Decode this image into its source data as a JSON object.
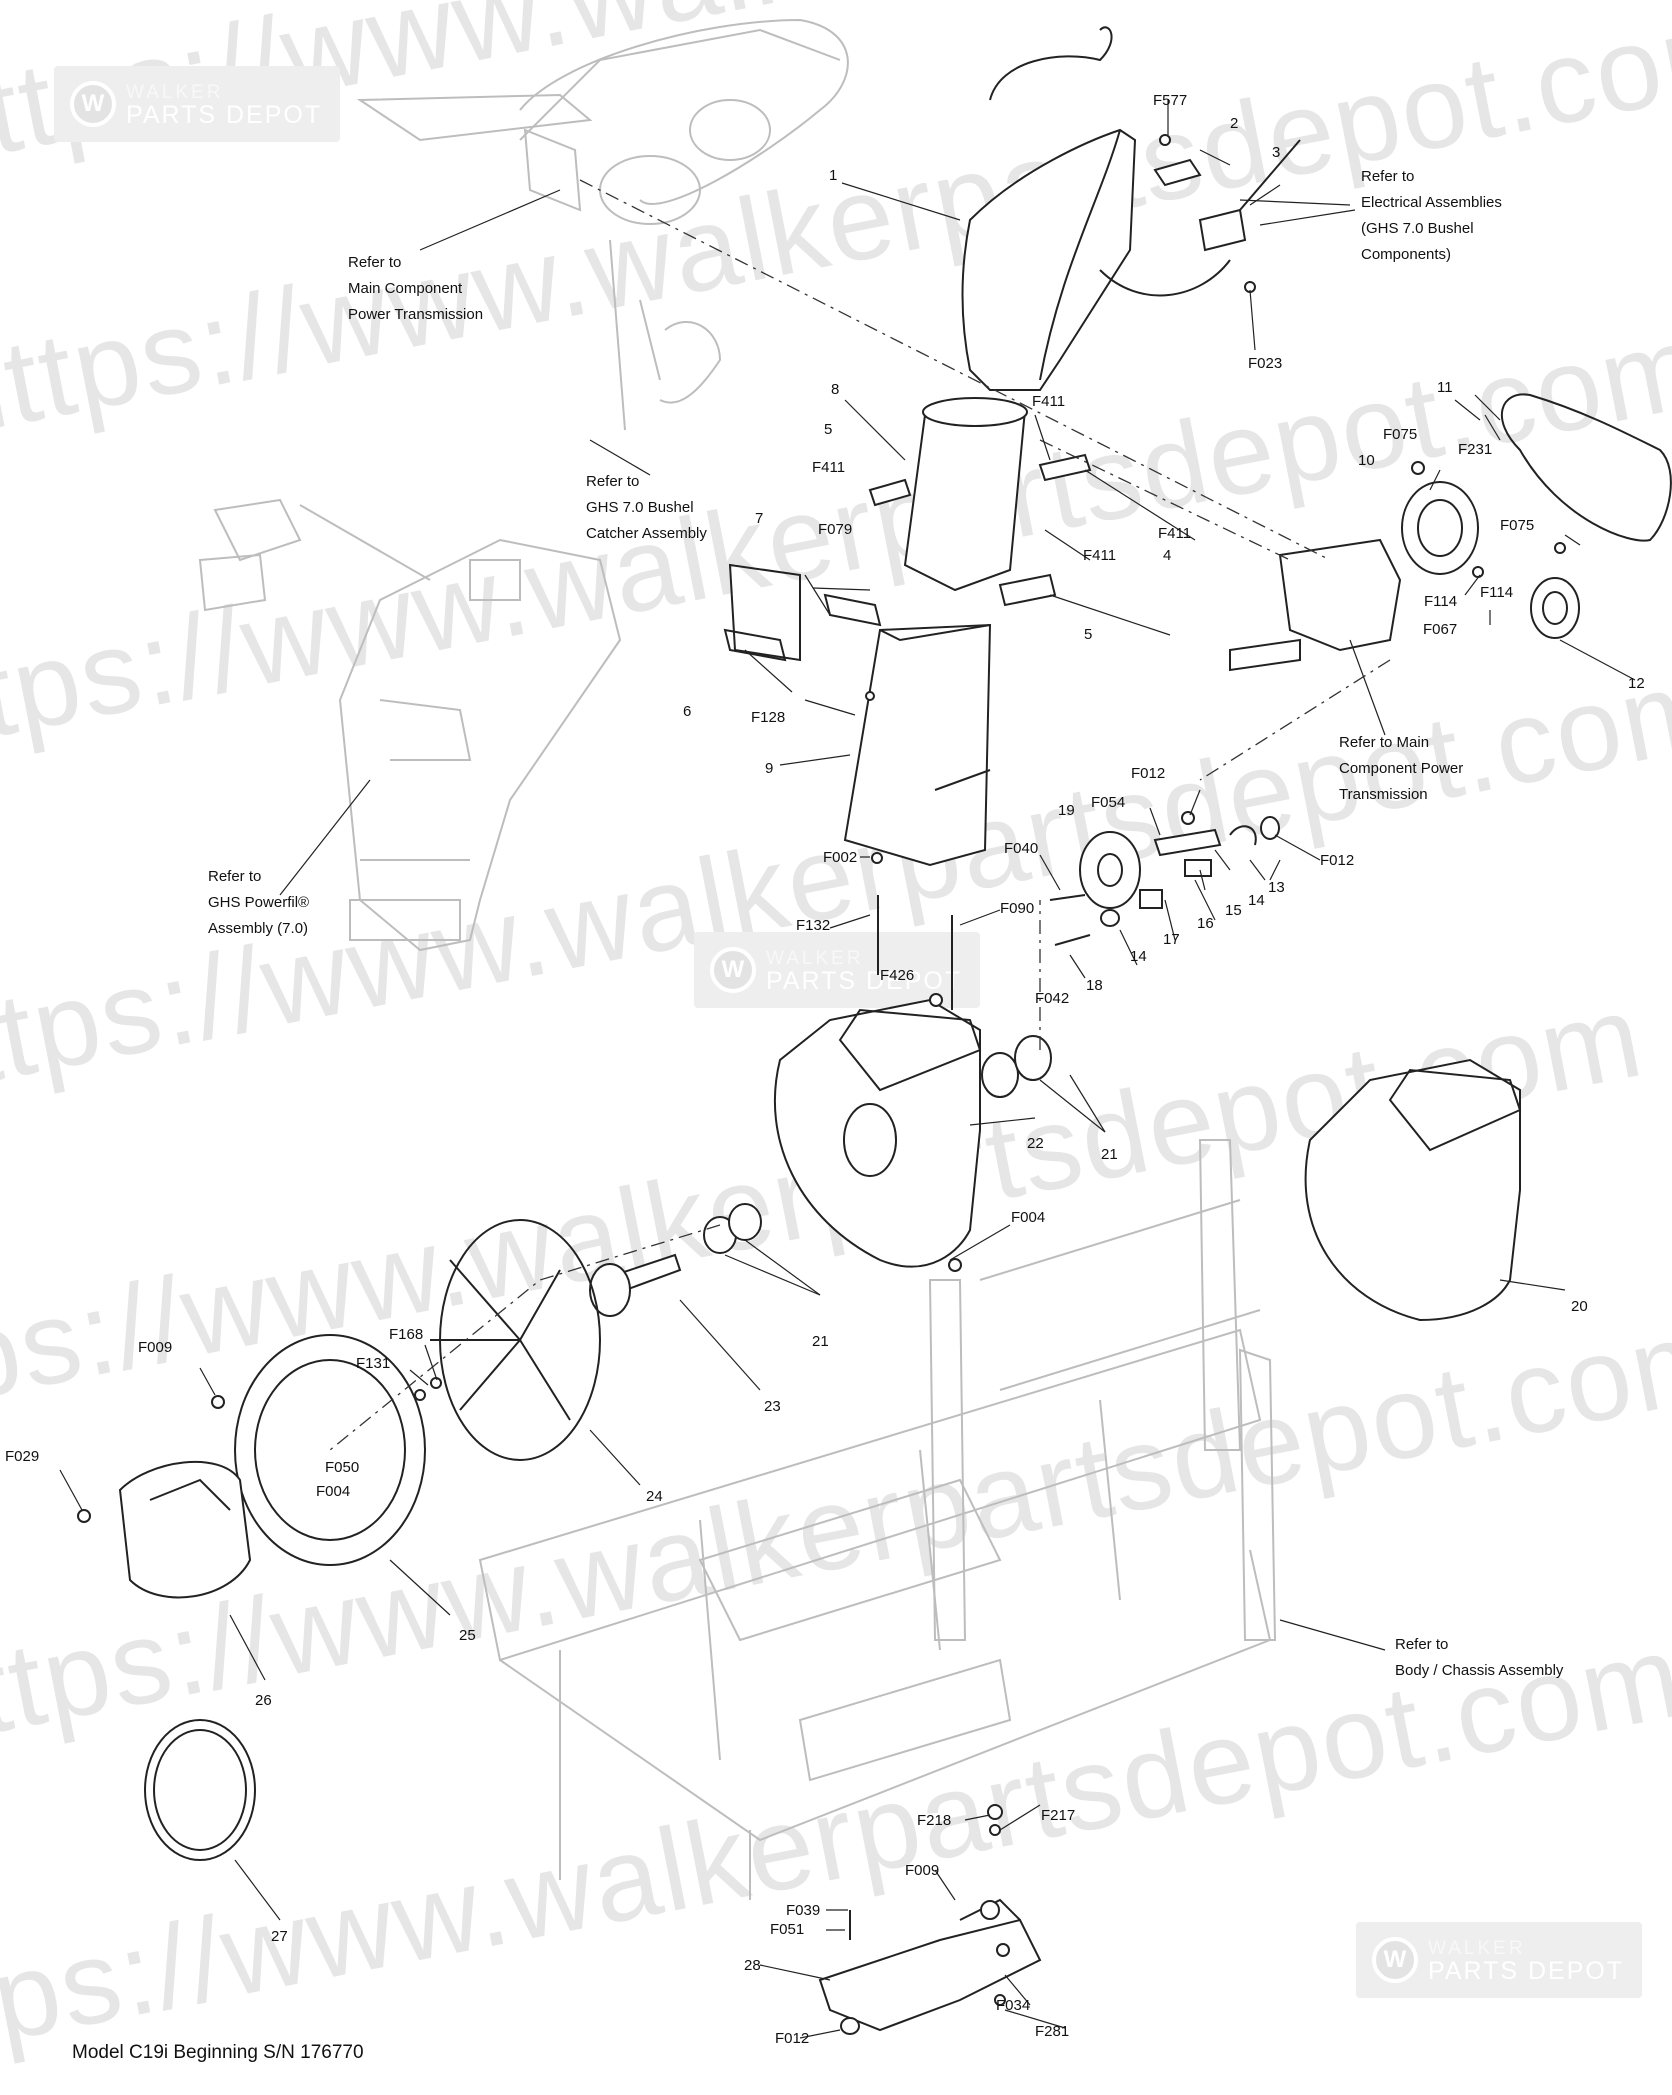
{
  "watermark": {
    "text": "https://www.walkerpartsdepot.com",
    "brand_line1": "WALKER",
    "brand_line2": "PARTS DEPOT",
    "logo_letter": "W"
  },
  "notes": {
    "main_component": [
      "Refer to",
      "Main Component",
      "Power Transmission"
    ],
    "bushel_catcher": [
      "Refer to",
      "GHS 7.0 Bushel",
      "Catcher Assembly"
    ],
    "powerfil": [
      "Refer to",
      "GHS Powerfil®",
      "Assembly (7.0)"
    ],
    "electrical": [
      "Refer to",
      "Electrical Assemblies",
      "(GHS 7.0 Bushel",
      "Components)"
    ],
    "main_component_2": [
      "Refer to Main",
      "Component Power",
      "Transmission"
    ],
    "body_chassis": [
      "Refer to",
      "Body / Chassis Assembly"
    ]
  },
  "part_labels": {
    "p1": "1",
    "p2": "2",
    "p3": "3",
    "p4": "4",
    "p5a": "5",
    "p5b": "5",
    "p6": "6",
    "p7": "7",
    "p8": "8",
    "p9": "9",
    "p10": "10",
    "p11": "11",
    "p12": "12",
    "p13": "13",
    "p14a": "14",
    "p14b": "14",
    "p15": "15",
    "p16": "16",
    "p17": "17",
    "p18": "18",
    "p19": "19",
    "p20": "20",
    "p21a": "21",
    "p21b": "21",
    "p22": "22",
    "p23": "23",
    "p24": "24",
    "p25": "25",
    "p26": "26",
    "p27": "27",
    "p28": "28",
    "f577": "F577",
    "f023": "F023",
    "f411a": "F411",
    "f411b": "F411",
    "f411c": "F411",
    "f411d": "F411",
    "f079": "F079",
    "f128": "F128",
    "f002": "F002",
    "f132": "F132",
    "f090": "F090",
    "f426": "F426",
    "f040": "F040",
    "f042": "F042",
    "f054": "F054",
    "f012a": "F012",
    "f012b": "F012",
    "f012c": "F012",
    "f075a": "F075",
    "f075b": "F075",
    "f231": "F231",
    "f114a": "F114",
    "f114b": "F114",
    "f067": "F067",
    "f004a": "F004",
    "f004b": "F004",
    "f009a": "F009",
    "f009b": "F009",
    "f029": "F029",
    "f050": "F050",
    "f131": "F131",
    "f168": "F168",
    "f218": "F218",
    "f217": "F217",
    "f039": "F039",
    "f051": "F051",
    "f034": "F034",
    "f281": "F281"
  },
  "footer": "Model C19i Beginning S/N 176770"
}
